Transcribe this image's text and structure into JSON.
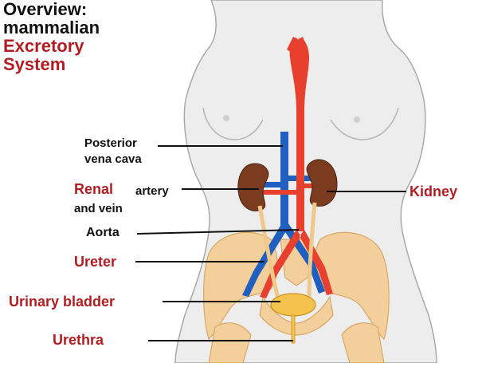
{
  "title": {
    "line1": "Overview:",
    "line2": "mammalian",
    "line3": "Excretory",
    "line4": "System"
  },
  "labels": {
    "posterior_vena_cava_1": "Posterior",
    "posterior_vena_cava_2": "vena cava",
    "renal": "Renal",
    "artery": "artery",
    "and_vein": "and vein",
    "aorta": "Aorta",
    "ureter": "Ureter",
    "urinary_bladder": "Urinary bladder",
    "urethra": "Urethra",
    "kidney": "Kidney"
  },
  "colors": {
    "label_red": "#b01e23",
    "label_black": "#111111",
    "body_fill": "#ededed",
    "artery": "#e8402e",
    "vein": "#1f5fbf",
    "kidney": "#7a3b1e",
    "bone": "#f3cf9c",
    "ureter": "#f0c98a"
  }
}
